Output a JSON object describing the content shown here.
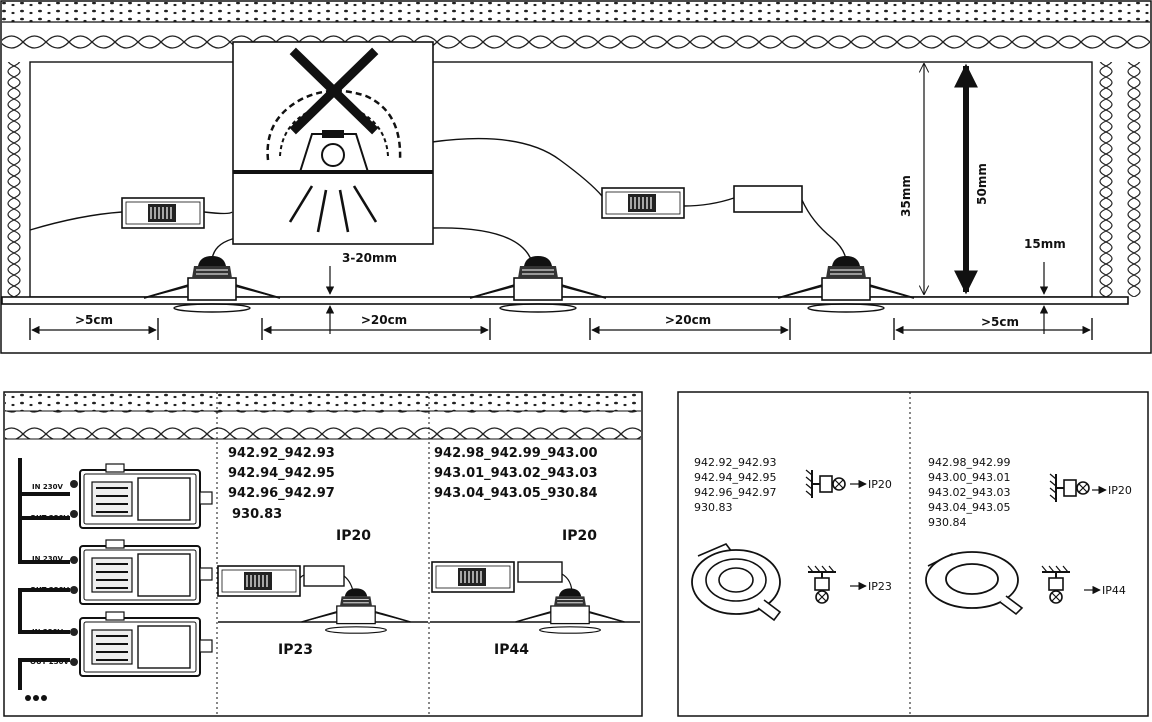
{
  "top_panel": {
    "dim_left_gap": ">5cm",
    "dim_mid1": ">20cm",
    "dim_mid2": ">20cm",
    "dim_right_gap": ">5cm",
    "dim_thickness": "3-20mm",
    "dim_35": "35mm",
    "dim_50": "50mm",
    "dim_15": "15mm"
  },
  "wiring_panel": {
    "in_label_1": "IN 230V",
    "out_label_1": "OUT 230V",
    "in_label_2": "IN 230V",
    "out_label_2": "OUT 230V",
    "in_label_3": "IN 230V",
    "out_label_3": "OUT 230V",
    "mid": {
      "codes": [
        "942.92_942.93",
        "942.94_942.95",
        "942.96_942.97",
        "930.83"
      ],
      "ip_top": "IP20",
      "ip_bottom": "IP23"
    },
    "right": {
      "codes": [
        "942.98_942.99_943.00",
        "943.01_943.02_943.03",
        "943.04_943.05_930.84"
      ],
      "ip_top": "IP20",
      "ip_bottom": "IP44"
    }
  },
  "ip_panel": {
    "left": {
      "codes": [
        "942.92_942.93",
        "942.94_942.95",
        "942.96_942.97",
        "930.83"
      ],
      "ip_top": "IP20",
      "ip_bottom": "IP23"
    },
    "right": {
      "codes": [
        "942.98_942.99",
        "943.00_943.01",
        "943.02_943.03",
        "943.04_943.05",
        "930.84"
      ],
      "ip_top": "IP20",
      "ip_bottom": "IP44"
    }
  }
}
